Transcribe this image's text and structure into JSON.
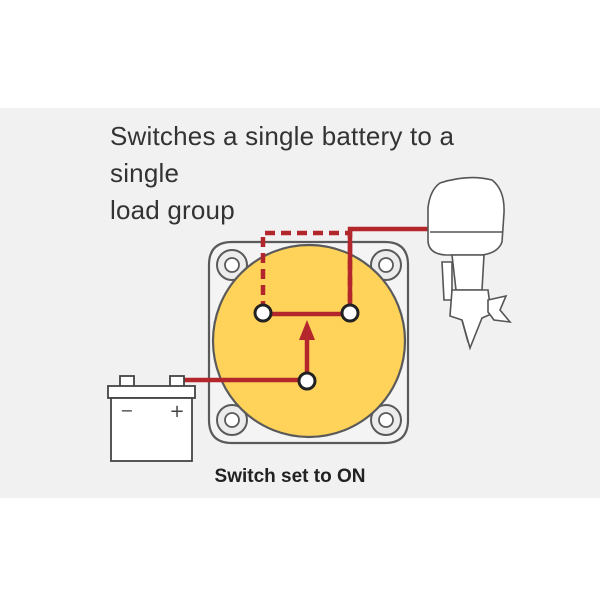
{
  "title_lines": [
    "Switches a single battery to a single",
    "load group"
  ],
  "caption": "Switch set to ON",
  "battery": {
    "negative_symbol": "−",
    "positive_symbol": "+"
  },
  "colors": {
    "switch_face": "#ffd35a",
    "wire": "#b3262b",
    "outline": "#5a5a5a",
    "housing": "#f4f4f4",
    "panel": "#f1f1f1"
  },
  "icons": [
    "battery-icon",
    "battery-switch-icon",
    "outboard-motor-icon",
    "arrow-up-icon"
  ]
}
